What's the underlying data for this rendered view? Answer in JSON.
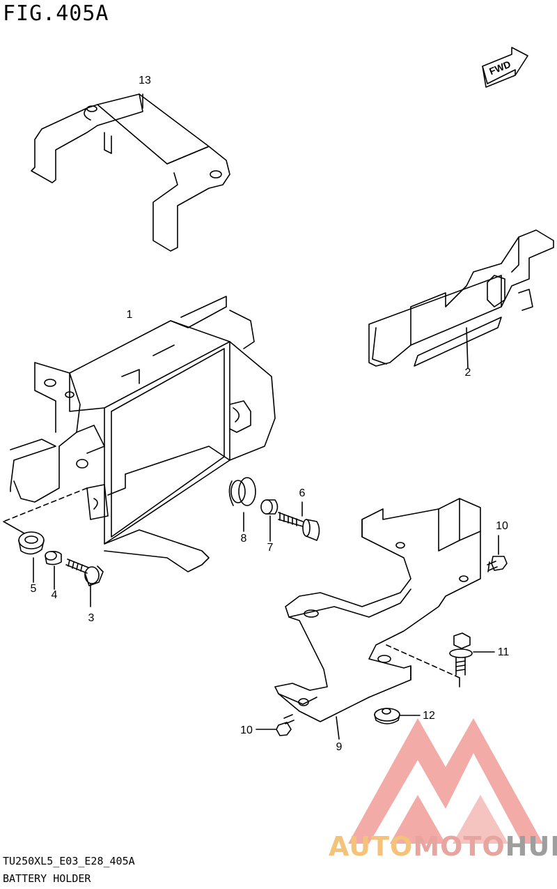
{
  "figure": {
    "title": "FIG.405A"
  },
  "footer": {
    "code": "TU250XL5_E03_E28_405A",
    "name": "BATTERY HOLDER"
  },
  "fwd_label": "FWD",
  "callouts": [
    "13",
    "1",
    "2",
    "6",
    "8",
    "7",
    "5",
    "4",
    "3",
    "10",
    "11",
    "12",
    "10",
    "9"
  ],
  "watermark": {
    "part1": "AUTO",
    "part2": "MOTO",
    "part3": "HUB"
  },
  "colors": {
    "line": "#000000",
    "watermark_red": "#ee8f8a",
    "watermark_orange": "#f5c27a",
    "watermark_gray": "#9e9e9e"
  }
}
